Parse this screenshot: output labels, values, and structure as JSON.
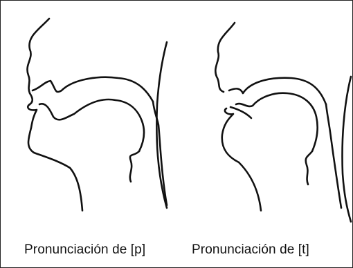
{
  "figure": {
    "captions": [
      {
        "id": "p",
        "text": "Pronunciación de [p]"
      },
      {
        "id": "t",
        "text": "Pronunciación de [t]"
      }
    ],
    "line_color": "#111111",
    "border_color": "#222222",
    "background": "#ffffff"
  }
}
